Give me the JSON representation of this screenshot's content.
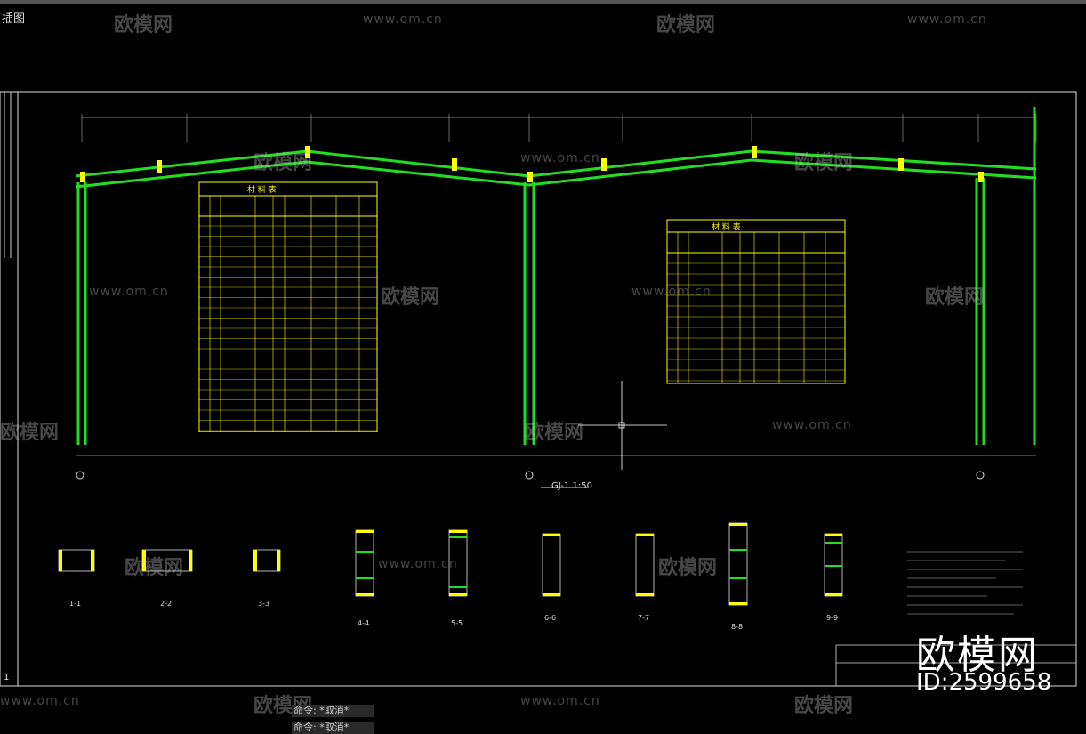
{
  "window": {
    "title_fragment": "插图"
  },
  "drawing": {
    "frame_label": "GJ-1 1:50",
    "table1_title": "材 料 表",
    "table2_title": "材 料 表",
    "section_labels": [
      "1-1",
      "2-2",
      "3-3",
      "4-4",
      "5-5",
      "6-6",
      "7-7",
      "8-8",
      "9-9"
    ],
    "left_marker": "1"
  },
  "command_line": {
    "lines": [
      "命令: *取消*",
      "命令: *取消*"
    ]
  },
  "watermark": {
    "brand": "欧模网",
    "url": "www.om.cn",
    "id": "ID:2599658"
  },
  "colors": {
    "background": "#000000",
    "frame_green": "#22dd22",
    "table_yellow": "#ffff00",
    "line_white": "#ffffff"
  }
}
